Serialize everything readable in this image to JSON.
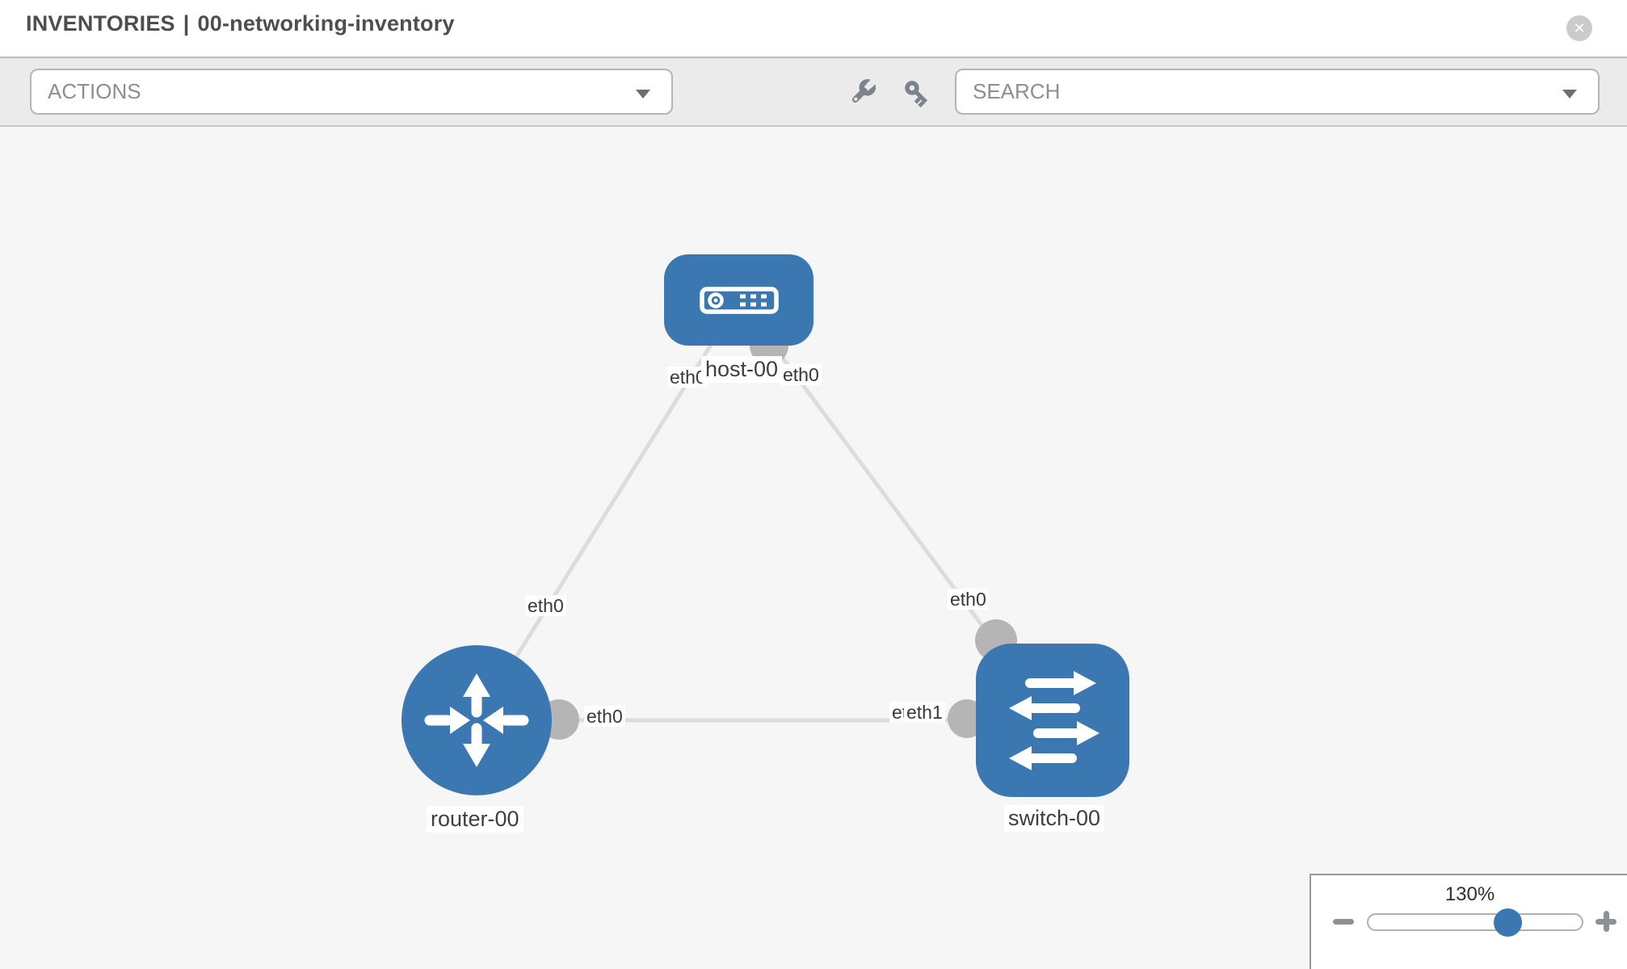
{
  "window": {
    "title_prefix": "INVENTORIES",
    "title_separator": "|",
    "inventory_name": "00-networking-inventory",
    "close_icon": "✕"
  },
  "toolbar": {
    "actions_label": "ACTIONS",
    "search_label": "SEARCH"
  },
  "icons": {
    "wrench": "wrench-icon",
    "key": "key-icon",
    "chevron_down": "chevron-down-icon",
    "close": "close-icon",
    "zoom_out": "minus-icon",
    "zoom_in": "plus-icon"
  },
  "colors": {
    "node_blue": "#3b78b1",
    "link_gray": "#dcdcdc",
    "connector_gray": "#b5b5b5",
    "toolbar_bg": "#ebebeb",
    "canvas_bg": "#f6f6f6",
    "icon_gray": "#7d838c"
  },
  "topology": {
    "nodes": [
      {
        "label": "host-00",
        "type": "host"
      },
      {
        "label": "router-00",
        "type": "router"
      },
      {
        "label": "switch-00",
        "type": "switch"
      }
    ],
    "links": [
      {
        "from": "host-00",
        "to": "router-00",
        "from_interface": "eth0",
        "to_interface": "eth0"
      },
      {
        "from": "host-00",
        "to": "switch-00",
        "from_interface": "eth0",
        "to_interface": "eth0"
      },
      {
        "from": "router-00",
        "to": "switch-00",
        "from_interface": "eth0",
        "to_interface": "eth1"
      }
    ],
    "interface_labels": {
      "host_left": "eth0",
      "host_right": "eth0",
      "host_router_mid": "eth0",
      "host_switch_mid": "eth0",
      "router_end": "eth0",
      "switch_end_hidden": "eth0",
      "switch_end": "eth1"
    }
  },
  "zoom": {
    "level": "130%"
  }
}
